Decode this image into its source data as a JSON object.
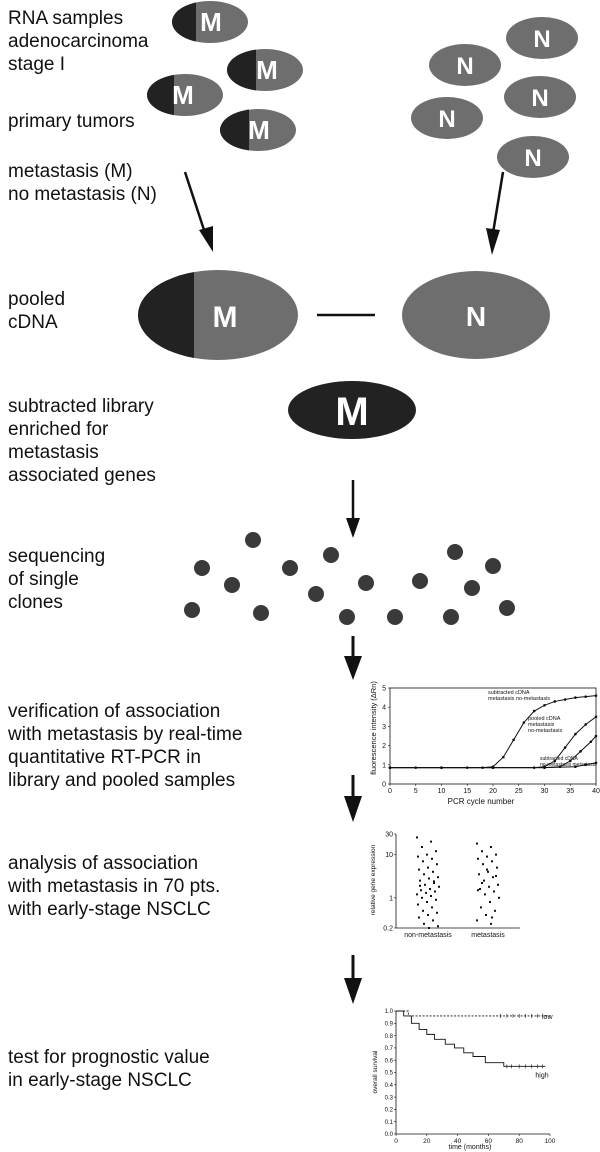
{
  "left_text": {
    "rna_lines": [
      "RNA samples",
      "adenocarcinoma",
      "stage I"
    ],
    "primary_tumors": "primary tumors",
    "metastasis_lines": [
      "metastasis (M)",
      "no metastasis (N)"
    ],
    "pooled_lines": [
      "pooled",
      "cDNA"
    ],
    "subtracted_lines": [
      "subtracted library",
      "enriched for",
      "metastasis",
      "associated genes"
    ],
    "sequencing_lines": [
      "sequencing",
      "of single",
      "clones"
    ],
    "verification_lines": [
      "verification of association",
      "with metastasis by real-time",
      "quantitative RT-PCR in",
      "library and pooled samples"
    ],
    "analysis_lines": [
      "analysis of association",
      "with metastasis in 70 pts.",
      "with early-stage NSCLC"
    ],
    "test_lines": [
      "test for prognostic value",
      "in early-stage NSCLC"
    ]
  },
  "ovals": {
    "m_letter": "M",
    "n_letter": "N",
    "dark_color": "#222222",
    "gray_color": "#6e6e6e"
  },
  "chart_data": [
    {
      "type": "line",
      "xlabel": "PCR cycle number",
      "ylabel": "fluorescence intensity (ΔRn)",
      "xlim": [
        0,
        40
      ],
      "ylim": [
        0,
        5
      ],
      "xticks": [
        0,
        5,
        10,
        15,
        20,
        25,
        30,
        35,
        40
      ],
      "yticks": [
        0,
        1,
        2,
        3,
        4,
        5
      ],
      "annotations": [
        {
          "lines": [
            "subtracted cDNA",
            "metastasis   no-metastasis"
          ]
        },
        {
          "lines": [
            "pooled cDNA",
            "metastasis",
            "no-metastasis"
          ]
        },
        {
          "lines": [
            "subtracted cDNA",
            "no-metastasis   metastasis"
          ]
        }
      ],
      "series": [
        {
          "x": [
            0,
            5,
            10,
            15,
            18,
            20,
            22,
            24,
            26,
            28,
            30,
            32,
            34,
            36,
            38,
            40
          ],
          "y": [
            0.85,
            0.85,
            0.85,
            0.85,
            0.85,
            0.9,
            1.4,
            2.3,
            3.2,
            3.8,
            4.1,
            4.3,
            4.4,
            4.5,
            4.55,
            4.6
          ]
        },
        {
          "x": [
            0,
            10,
            20,
            28,
            30,
            32,
            34,
            36,
            38,
            40
          ],
          "y": [
            0.85,
            0.85,
            0.85,
            0.85,
            0.9,
            1.2,
            1.9,
            2.6,
            3.1,
            3.5
          ]
        },
        {
          "x": [
            0,
            10,
            20,
            30,
            33,
            35,
            37,
            39,
            40
          ],
          "y": [
            0.85,
            0.85,
            0.85,
            0.85,
            0.9,
            1.2,
            1.7,
            2.2,
            2.5
          ]
        },
        {
          "x": [
            0,
            10,
            20,
            30,
            36,
            38,
            40
          ],
          "y": [
            0.85,
            0.85,
            0.85,
            0.85,
            0.9,
            1.0,
            1.1
          ]
        }
      ]
    },
    {
      "type": "scatter",
      "ylabel": "relative gene expression",
      "categories": [
        "non-metastasis",
        "metastasis"
      ],
      "yscale": "log",
      "ylim": [
        0.2,
        30
      ],
      "yticks": [
        0.2,
        1,
        10,
        30
      ],
      "series": [
        {
          "values": [
            25,
            20,
            15,
            12,
            10,
            9,
            8,
            7,
            6,
            5,
            4.5,
            4,
            3.5,
            3,
            2.8,
            2.5,
            2.2,
            2,
            1.8,
            1.6,
            1.5,
            1.4,
            1.3,
            1.2,
            1.1,
            1,
            0.9,
            0.8,
            0.7,
            0.6,
            0.5,
            0.45,
            0.4,
            0.35,
            0.3,
            0.25,
            0.22,
            0.2,
            1.9,
            2.4
          ]
        },
        {
          "values": [
            18,
            15,
            12,
            10,
            9,
            8,
            7,
            6,
            5,
            4,
            3.5,
            3,
            2.5,
            2,
            1.8,
            1.6,
            1.4,
            1.2,
            1,
            0.8,
            0.6,
            0.5,
            0.4,
            0.3,
            0.25,
            2.2,
            3.2,
            4.5,
            1.5,
            0.35
          ]
        }
      ]
    },
    {
      "type": "line",
      "xlabel": "time (months)",
      "ylabel": "overall survival",
      "xlim": [
        0,
        100
      ],
      "ylim": [
        0,
        1
      ],
      "xticks": [
        0,
        20,
        40,
        60,
        80,
        100
      ],
      "yticks": [
        0.0,
        0.1,
        0.2,
        0.3,
        0.4,
        0.5,
        0.6,
        0.7,
        0.8,
        0.9,
        1.0
      ],
      "series": [
        {
          "name": "low",
          "x": [
            0,
            8,
            8,
            100
          ],
          "y": [
            1.0,
            1.0,
            0.96,
            0.96
          ]
        },
        {
          "name": "high",
          "x": [
            0,
            5,
            5,
            10,
            10,
            15,
            15,
            20,
            20,
            25,
            25,
            32,
            32,
            38,
            38,
            44,
            44,
            50,
            50,
            58,
            58,
            70,
            70,
            97
          ],
          "y": [
            1.0,
            1.0,
            0.96,
            0.96,
            0.9,
            0.9,
            0.85,
            0.85,
            0.81,
            0.81,
            0.77,
            0.77,
            0.73,
            0.73,
            0.7,
            0.7,
            0.66,
            0.66,
            0.63,
            0.63,
            0.58,
            0.58,
            0.55,
            0.55
          ]
        }
      ]
    }
  ]
}
